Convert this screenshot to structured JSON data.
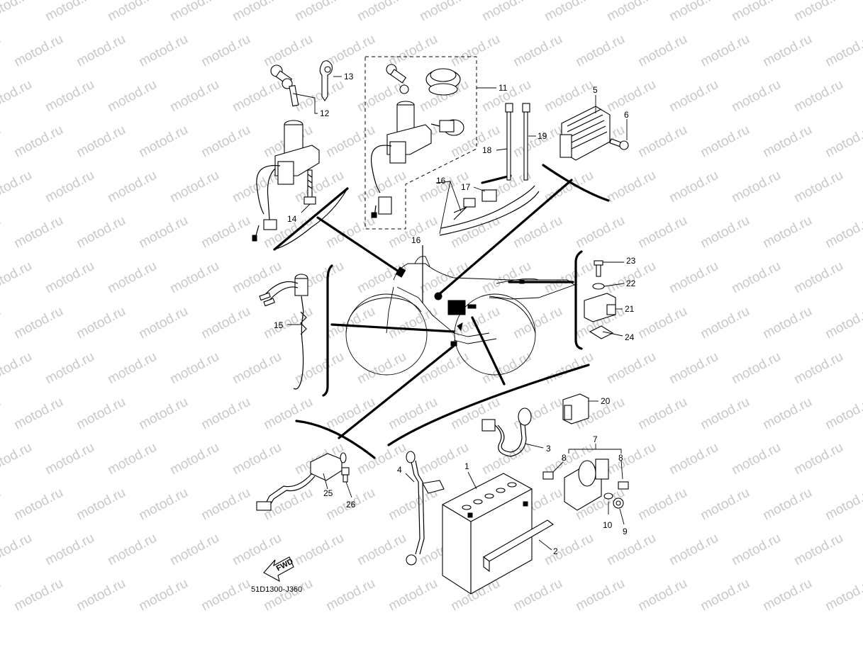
{
  "diagram": {
    "code": "51D1300-J360",
    "fwd_label": "FWD",
    "watermark": "motod.ru"
  },
  "callouts": [
    {
      "id": "c1",
      "label": "1"
    },
    {
      "id": "c2",
      "label": "2"
    },
    {
      "id": "c3",
      "label": "3"
    },
    {
      "id": "c4",
      "label": "4"
    },
    {
      "id": "c5",
      "label": "5"
    },
    {
      "id": "c6",
      "label": "6"
    },
    {
      "id": "c7",
      "label": "7"
    },
    {
      "id": "c8a",
      "label": "8"
    },
    {
      "id": "c8b",
      "label": "8"
    },
    {
      "id": "c9",
      "label": "9"
    },
    {
      "id": "c10",
      "label": "10"
    },
    {
      "id": "c11",
      "label": "11"
    },
    {
      "id": "c12",
      "label": "12"
    },
    {
      "id": "c13",
      "label": "13"
    },
    {
      "id": "c14",
      "label": "14"
    },
    {
      "id": "c15",
      "label": "15"
    },
    {
      "id": "c16a",
      "label": "16"
    },
    {
      "id": "c16b",
      "label": "16"
    },
    {
      "id": "c17",
      "label": "17"
    },
    {
      "id": "c18",
      "label": "18"
    },
    {
      "id": "c19",
      "label": "19"
    },
    {
      "id": "c20",
      "label": "20"
    },
    {
      "id": "c21",
      "label": "21"
    },
    {
      "id": "c22",
      "label": "22"
    },
    {
      "id": "c23",
      "label": "23"
    },
    {
      "id": "c24",
      "label": "24"
    },
    {
      "id": "c25",
      "label": "25"
    },
    {
      "id": "c26",
      "label": "26"
    }
  ]
}
